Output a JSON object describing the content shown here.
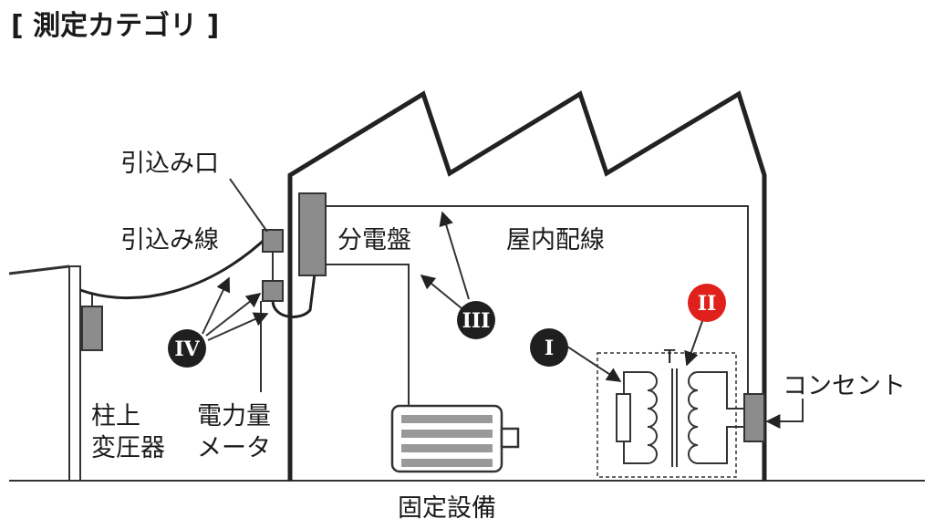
{
  "title": "[ 測定カテゴリ ]",
  "labels": {
    "service_entrance": "引込み口",
    "service_wire": "引込み線",
    "distribution_board": "分電盤",
    "indoor_wiring": "屋内配線",
    "pole_transformer_line1": "柱上",
    "pole_transformer_line2": "変圧器",
    "watt_meter_line1": "電力量",
    "watt_meter_line2": "メータ",
    "outlet": "コンセント",
    "fixed_equipment": "固定設備",
    "transformer_symbol": "T"
  },
  "categories": [
    {
      "id": "cat-1",
      "label": "I",
      "color": "#1f1f1f"
    },
    {
      "id": "cat-2",
      "label": "II",
      "color": "#e0201a"
    },
    {
      "id": "cat-3",
      "label": "III",
      "color": "#1f1f1f"
    },
    {
      "id": "cat-4",
      "label": "IV",
      "color": "#1f1f1f"
    }
  ]
}
